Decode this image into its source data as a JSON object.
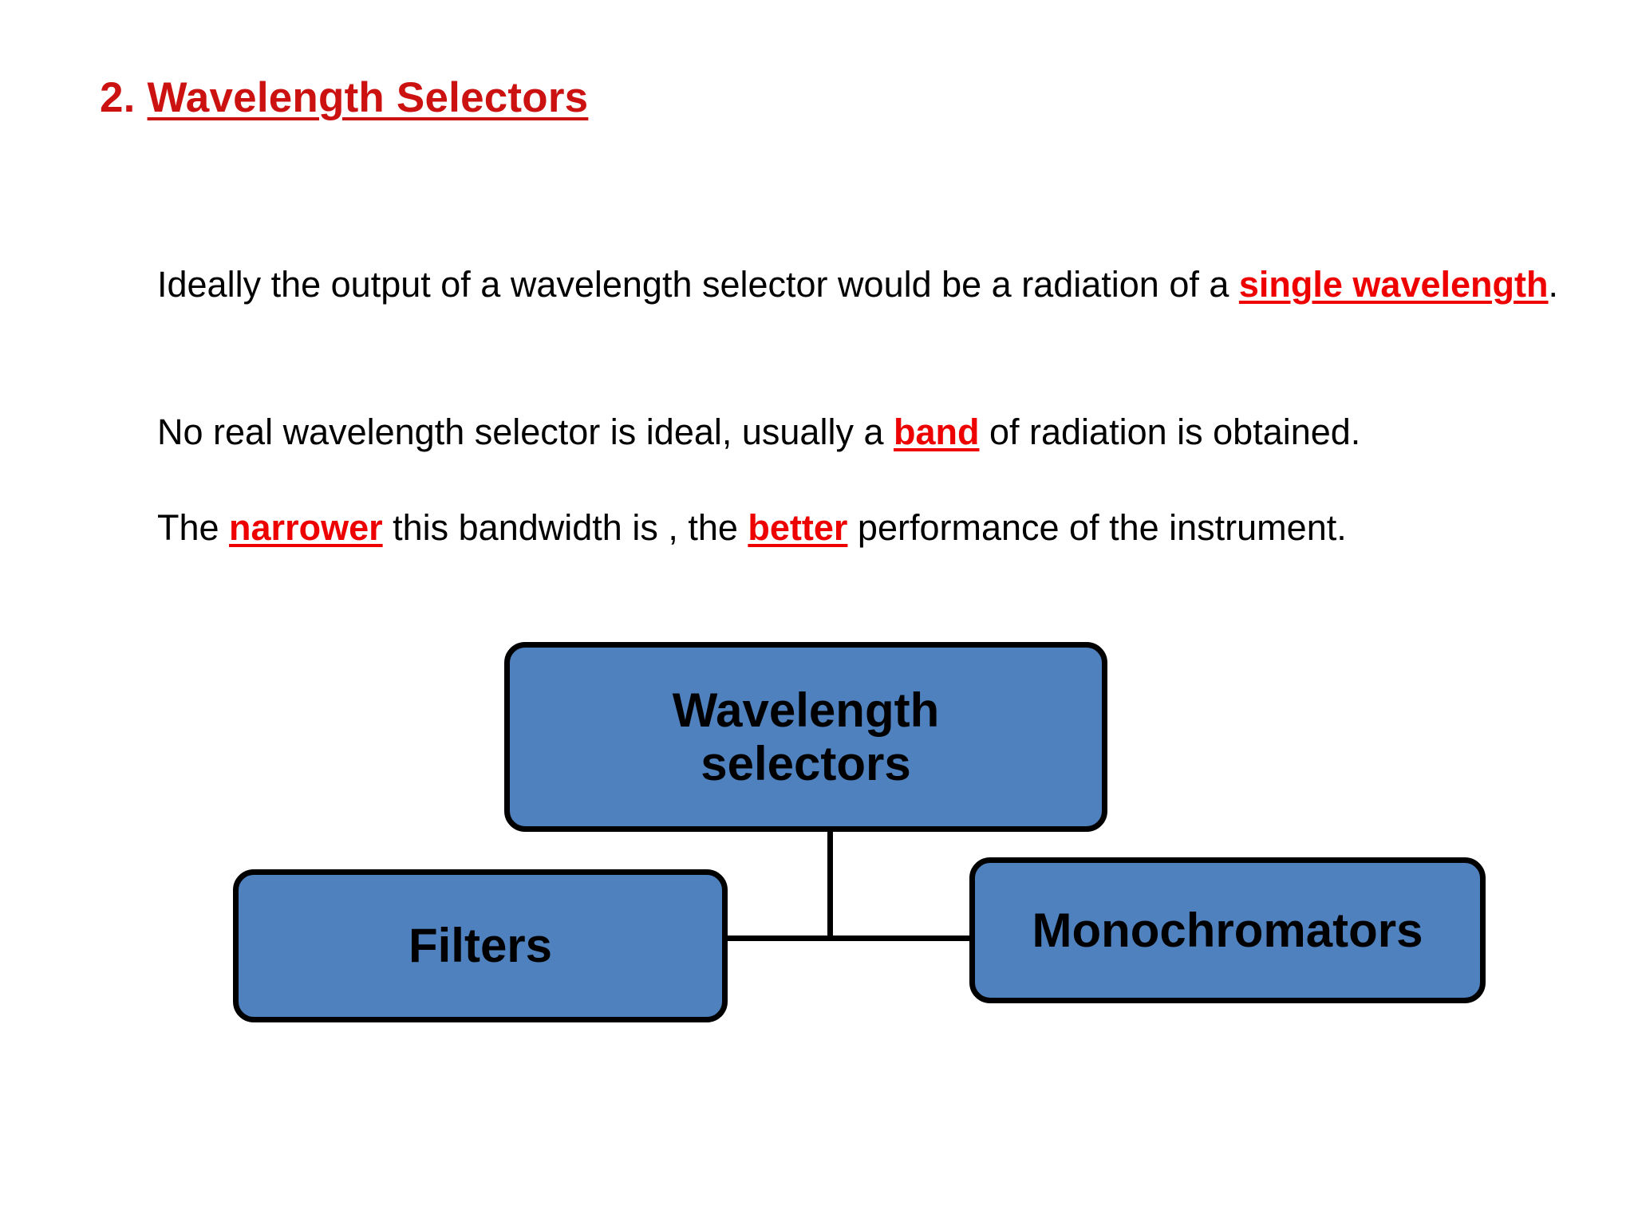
{
  "slide": {
    "title": {
      "number": "2. ",
      "heading": "Wavelength Selectors"
    },
    "paragraphs": [
      {
        "id": "para-1",
        "segments": [
          {
            "text": "Ideally the output of a wavelength selector would be a radiation of a ",
            "highlight": false
          },
          {
            "text": "single wavelength",
            "highlight": true
          },
          {
            "text": ".",
            "highlight": false
          }
        ]
      },
      {
        "id": "para-2",
        "segments": [
          {
            "text": "No real wavelength selector is ideal, usually a ",
            "highlight": false
          },
          {
            "text": "band",
            "highlight": true
          },
          {
            "text": " of radiation is obtained.",
            "highlight": false
          }
        ]
      },
      {
        "id": "para-3",
        "segments": [
          {
            "text": "The ",
            "highlight": false
          },
          {
            "text": "narrower",
            "highlight": true
          },
          {
            "text": " this bandwidth is , the ",
            "highlight": false
          },
          {
            "text": "better",
            "highlight": true
          },
          {
            "text": " performance of the instrument.",
            "highlight": false
          }
        ]
      }
    ]
  },
  "diagram": {
    "type": "hierarchy",
    "nodes": {
      "root": {
        "label": "Wavelength selectors",
        "line1": "Wavelength",
        "line2": "selectors"
      },
      "filters": {
        "label": "Filters"
      },
      "monochromators": {
        "label": "Monochromators"
      }
    },
    "edges": [
      {
        "from": "root",
        "to": "filters"
      },
      {
        "from": "root",
        "to": "monochromators"
      }
    ]
  },
  "colors": {
    "title_red": "#CC1111",
    "keyword_red": "#EE0000",
    "node_fill": "#4E81BD",
    "node_border": "#000000",
    "background": "#FFFFFF",
    "body_text": "#000000"
  }
}
